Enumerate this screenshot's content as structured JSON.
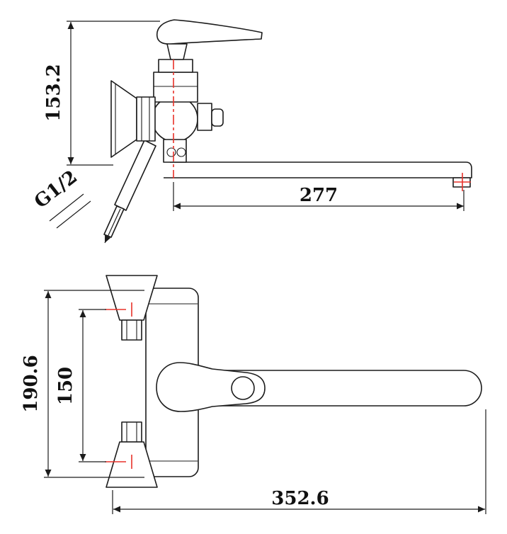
{
  "side_view": {
    "height_dim": "153.2",
    "spout_length_dim": "277",
    "thread_label": "G1/2"
  },
  "front_view": {
    "overall_height_dim": "190.6",
    "mount_spacing_dim": "150",
    "overall_length_dim": "352.6"
  },
  "colors": {
    "line": "#1c1c1c",
    "centerline": "#e8322a",
    "background": "#ffffff"
  }
}
